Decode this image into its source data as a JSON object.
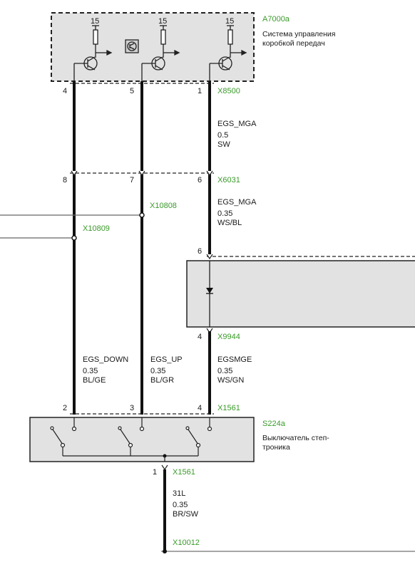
{
  "components": {
    "a7000a": {
      "id": "A7000a",
      "desc_line1": "Система управления",
      "desc_line2": "коробкой передач",
      "supply_labels": [
        "15",
        "15",
        "15"
      ]
    },
    "s224a": {
      "id": "S224a",
      "desc_line1": "Выключатель степ-",
      "desc_line2": "троника"
    }
  },
  "connectors": {
    "x8500": "X8500",
    "x6031": "X6031",
    "x10808": "X10808",
    "x10809": "X10809",
    "x9944": "X9944",
    "x1561_top": "X1561",
    "x1561_bottom": "X1561",
    "x10012": "X10012"
  },
  "pins": {
    "x8500": [
      "4",
      "5",
      "1"
    ],
    "x6031": [
      "8",
      "7",
      "6"
    ],
    "box_top": "6",
    "box_bottom": "4",
    "x1561_top": [
      "2",
      "3",
      "4"
    ],
    "x1561_bottom": "1"
  },
  "wires": {
    "mga_1": {
      "name": "EGS_MGA",
      "size": "0.5",
      "color": "SW"
    },
    "mga_2": {
      "name": "EGS_MGA",
      "size": "0.35",
      "color": "WS/BL"
    },
    "down": {
      "name": "EGS_DOWN",
      "size": "0.35",
      "color": "BL/GE"
    },
    "up": {
      "name": "EGS_UP",
      "size": "0.35",
      "color": "BL/GR"
    },
    "smge": {
      "name": "EGSMGE",
      "size": "0.35",
      "color": "WS/GN"
    },
    "ground": {
      "name": "31L",
      "size": "0.35",
      "color": "BR/SW"
    }
  }
}
